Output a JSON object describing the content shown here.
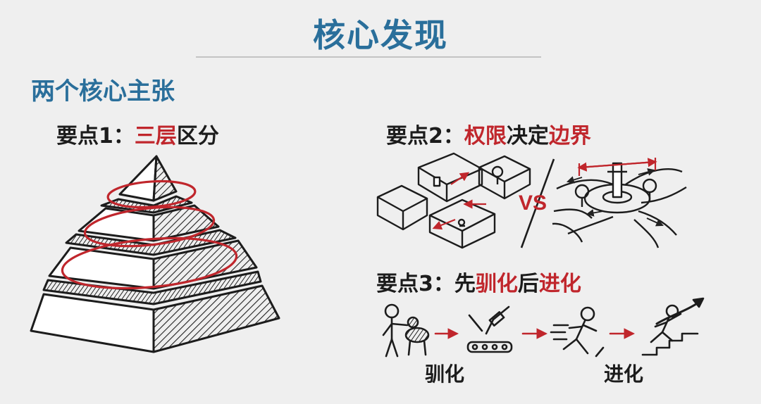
{
  "title": "核心发现",
  "subtitle": "两个核心主张",
  "point1": {
    "prefix": "要点1：",
    "highlight": "三层",
    "suffix": "区分"
  },
  "point2": {
    "prefix": "要点2：",
    "h1": "权限",
    "mid": "决定",
    "h2": "边界"
  },
  "point3": {
    "prefix": "要点3：",
    "a": "先",
    "h1": "驯化",
    "b": "后",
    "h2": "进化"
  },
  "vs_label": "VS",
  "flow": {
    "tame_label": "驯化",
    "evolve_label": "进化"
  },
  "colors": {
    "accent_blue": "#2a6f9b",
    "accent_red": "#c0262c",
    "ink": "#1c1c1c",
    "background": "#efefef"
  }
}
